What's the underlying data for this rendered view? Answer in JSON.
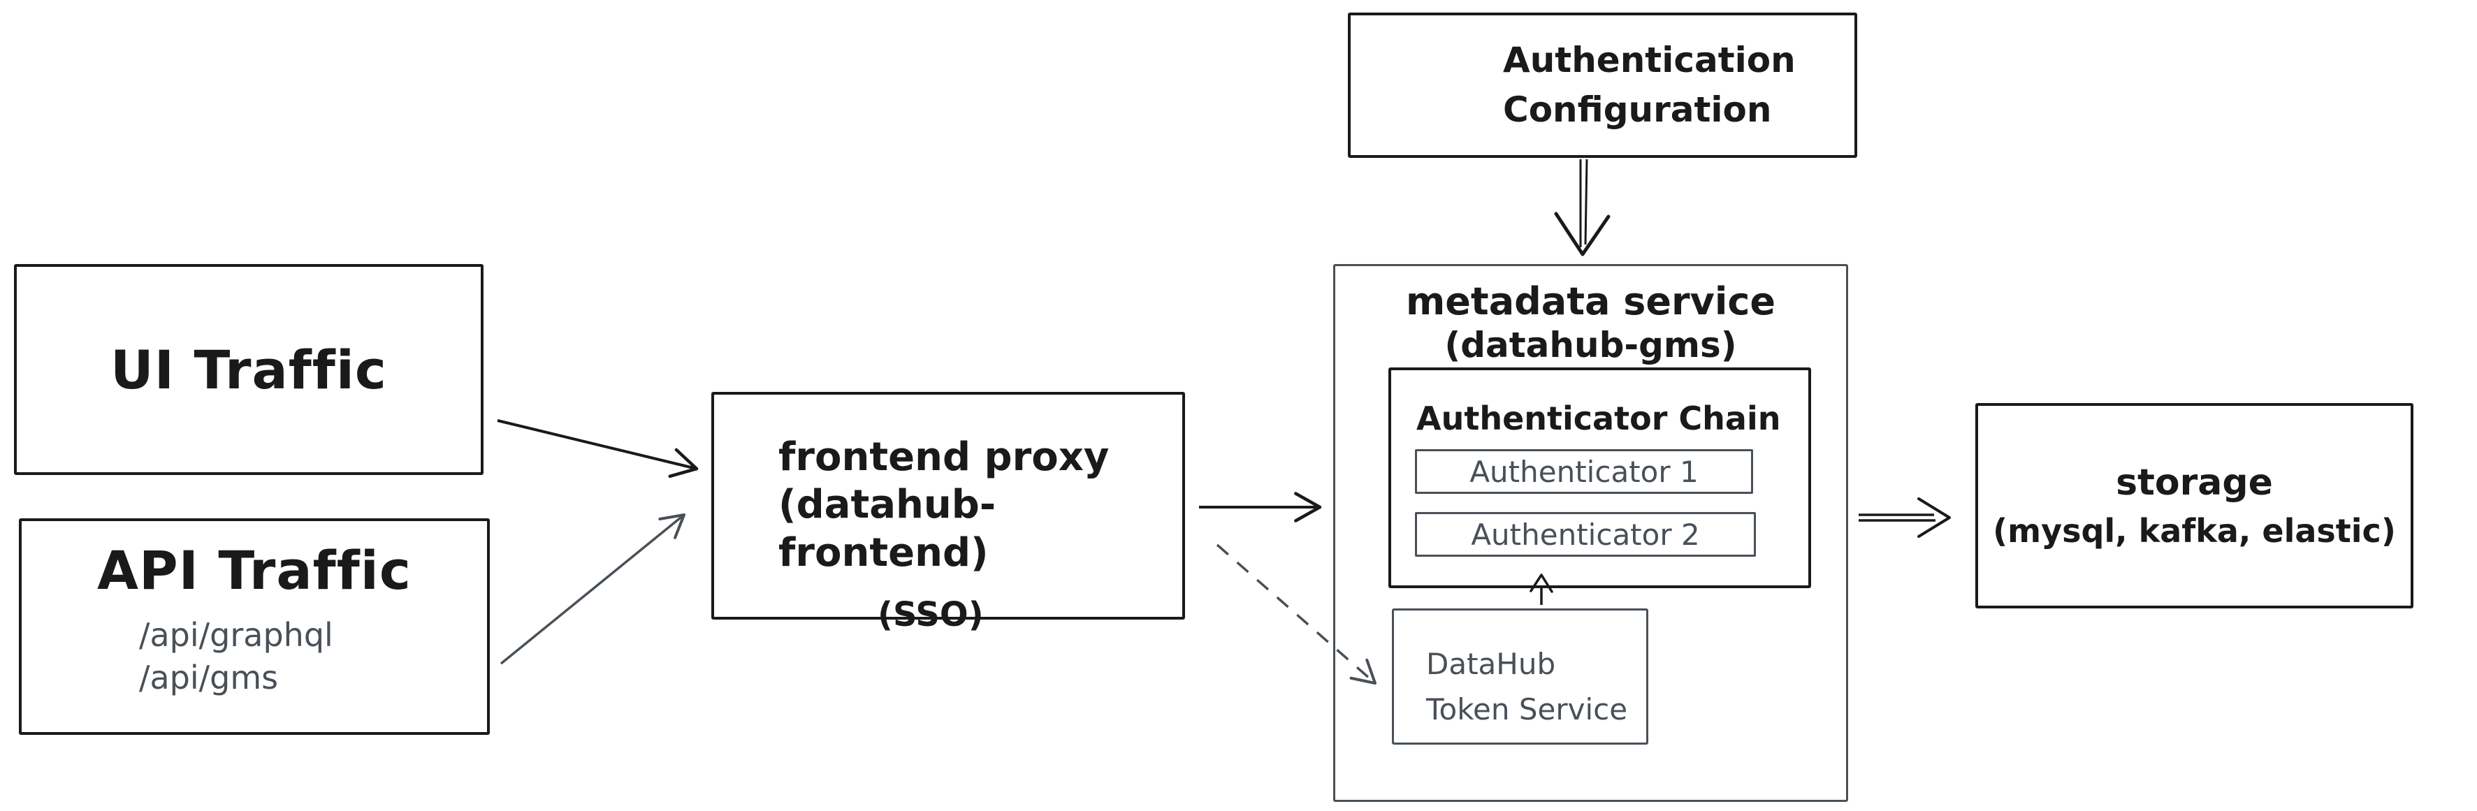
{
  "colors": {
    "ink": "#1a1a1a",
    "muted": "#495057",
    "canvas": "#ffffff"
  },
  "nodes": {
    "auth_config": {
      "lines": [
        "Authentication",
        "Configuration"
      ]
    },
    "ui_traffic": {
      "label": "UI Traffic"
    },
    "api_traffic": {
      "label": "API Traffic",
      "endpoints": [
        "/api/graphql",
        "/api/gms"
      ]
    },
    "frontend_proxy": {
      "lines": [
        "frontend proxy",
        "(datahub-frontend)"
      ],
      "annotation": "(SSO)"
    },
    "metadata_service": {
      "lines": [
        "metadata service",
        "(datahub-gms)"
      ]
    },
    "authenticator_chain": {
      "title": "Authenticator Chain",
      "items": [
        "Authenticator 1",
        "Authenticator 2"
      ]
    },
    "token_service": {
      "lines": [
        "DataHub",
        "Token Service"
      ]
    },
    "storage": {
      "lines": [
        "storage",
        "(mysql, kafka, elastic)"
      ]
    }
  },
  "edges": [
    {
      "name": "ui-traffic-to-frontend-proxy",
      "style": "solid"
    },
    {
      "name": "api-traffic-to-frontend-proxy",
      "style": "solid"
    },
    {
      "name": "frontend-proxy-to-metadata-service",
      "style": "solid"
    },
    {
      "name": "frontend-proxy-to-token-service",
      "style": "dashed"
    },
    {
      "name": "auth-config-to-metadata-service",
      "style": "solid"
    },
    {
      "name": "token-service-to-authenticator-chain",
      "style": "solid"
    },
    {
      "name": "metadata-service-to-storage",
      "style": "solid"
    }
  ]
}
